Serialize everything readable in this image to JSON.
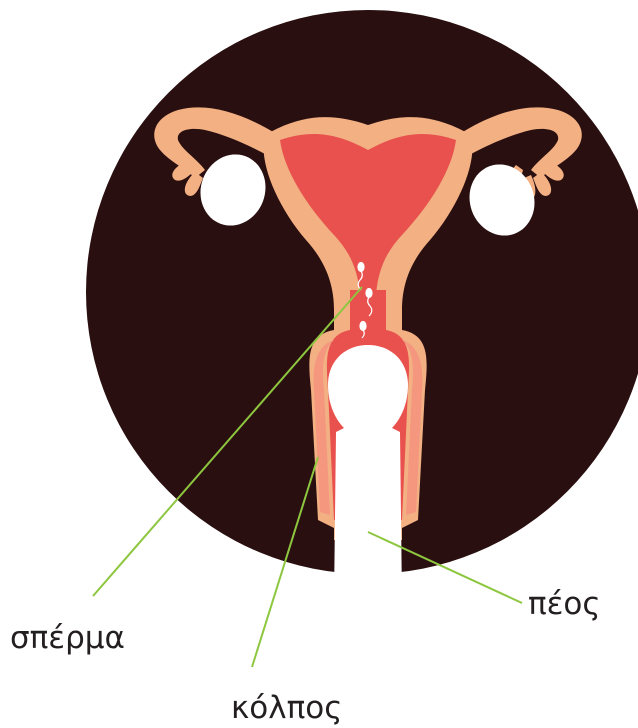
{
  "labels": {
    "sperm": "σπέρμα",
    "vagina": "κόλπος",
    "penis": "πέος"
  },
  "colors": {
    "background_circle": "#2a0f10",
    "uterus_outer": "#f2b083",
    "uterus_inner": "#e8514d",
    "uterus_inner_light": "#f5977f",
    "penis": "#ffffff",
    "ovary": "#ffffff",
    "leader_line": "#8dc63f"
  }
}
